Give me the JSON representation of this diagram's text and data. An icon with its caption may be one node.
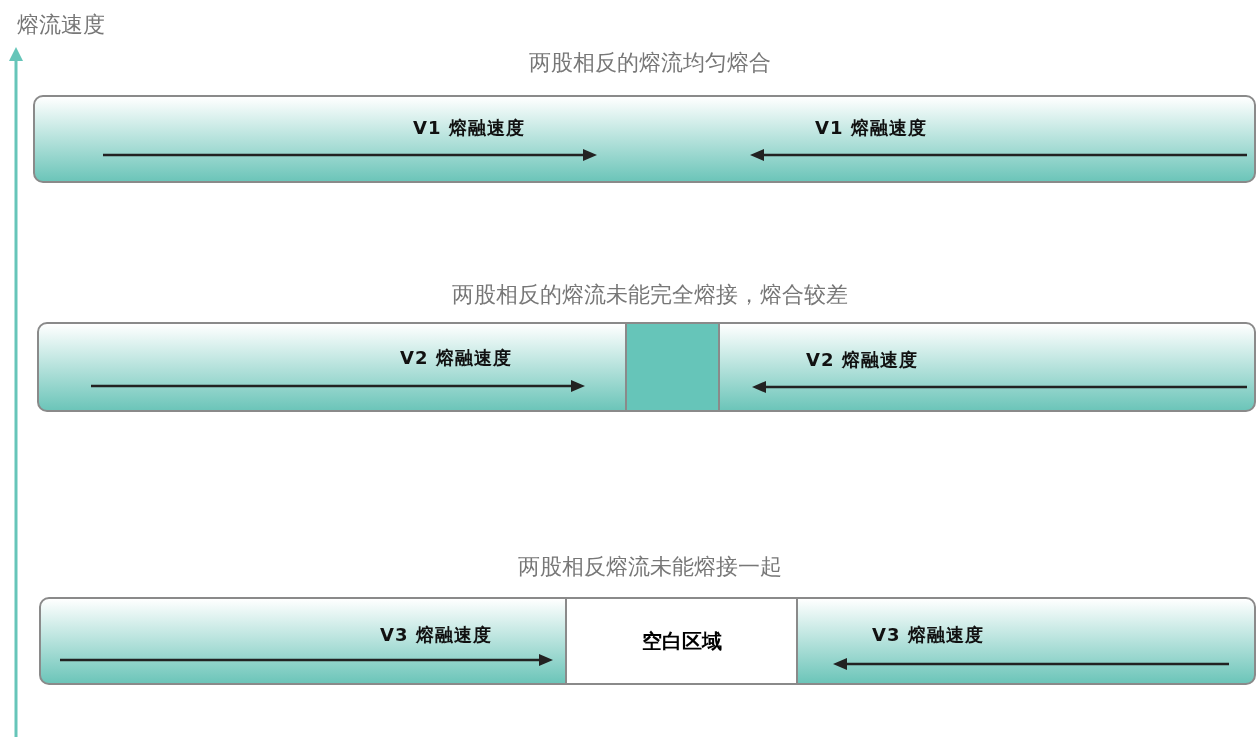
{
  "diagram": {
    "nodes": [
      {
        "text": [
          "两股相反的熔流均匀熔合",
          "V1 熔融速度",
          "V1 熔融速度"
        ]
      },
      {
        "text": [
          "两股相反的熔流未能完全熔接，熔合较差",
          "V2 熔融速度",
          "V2 熔融速度"
        ]
      },
      {
        "text": [],
        "shape": "box",
        "in": 1
      },
      {
        "text": [
          "两股相反熔流未能熔接一起",
          "V3 熔融速度",
          "V3 熔融速度"
        ]
      },
      {
        "text": [
          "空白区域"
        ],
        "in": 3
      }
    ],
    "labels": [
      "熔流速度"
    ]
  }
}
